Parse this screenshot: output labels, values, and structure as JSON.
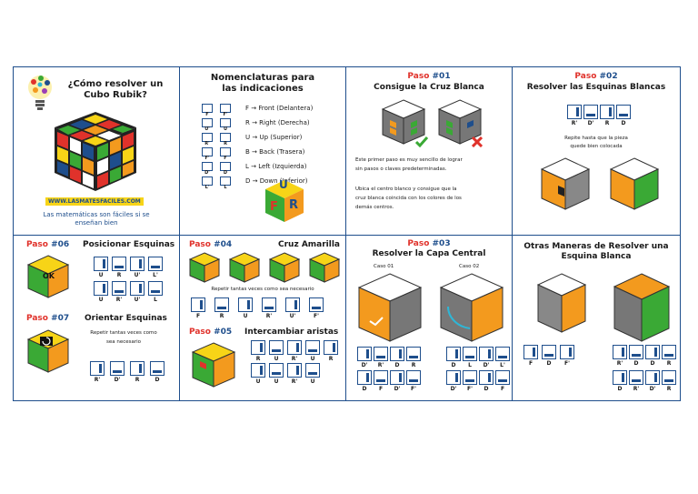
{
  "s1": {
    "title_l1": "¿Cómo resolver un",
    "title_l2": "Cubo Rubik?",
    "url": "WWW.LASMATESFACILES.COM",
    "tag_l1": "Las matemáticas son fáciles si se",
    "tag_l2": "enseñan bien"
  },
  "s2": {
    "title_l1": "Nomenclaturas para",
    "title_l2": "las indicaciones",
    "rows": [
      {
        "moves": [
          "F",
          "F'"
        ],
        "text": "F → Front (Delantera)"
      },
      {
        "moves": [
          "U'",
          "U"
        ],
        "text": "R → Right (Derecha)"
      },
      {
        "moves": [
          "R'",
          "R"
        ],
        "text": "U → Up (Superior)"
      },
      {
        "moves": [
          "F'",
          "F"
        ],
        "text": "B → Back (Trasera)"
      },
      {
        "moves": [
          "D'",
          "D"
        ],
        "text": "L → Left (Izquierda)"
      },
      {
        "moves": [
          "L'",
          "L"
        ],
        "text": "D → Down (Inferior)"
      }
    ],
    "u": "U",
    "f": "F",
    "r": "R"
  },
  "s3": {
    "paso": "Paso",
    "num": "#01",
    "subtitle": "Consigue la Cruz Blanca",
    "p1_l1": "Este primer paso es muy sencillo de lograr",
    "p1_l2": "sin pasos o claves predeterminadas.",
    "p2_l1": "Ubica el centro blanco y consigue que la",
    "p2_l2": "cruz blanca coincida con los colores de los",
    "p2_l3": "demás centros."
  },
  "s4": {
    "paso": "Paso",
    "num": "#02",
    "subtitle": "Resolver las Esquinas Blancas",
    "moves": [
      "R'",
      "D'",
      "R",
      "D"
    ],
    "note_l1": "Repite hasta que la pieza",
    "note_l2": "quede bien colocada"
  },
  "s5": {
    "paso": "Paso",
    "num": "#06",
    "subtitle": "Posicionar Esquinas",
    "ok": "OK",
    "moves_r1": [
      "U",
      "R",
      "U'",
      "L'"
    ],
    "moves_r2": [
      "U",
      "R'",
      "U'",
      "L"
    ]
  },
  "s5b": {
    "paso": "Paso",
    "num": "#07",
    "subtitle": "Orientar Esquinas",
    "note_l1": "Repetir tantas veces como",
    "note_l2": "sea necesario",
    "moves": [
      "R'",
      "D'",
      "R",
      "D"
    ]
  },
  "s6": {
    "paso": "Paso",
    "num": "#04",
    "subtitle": "Cruz Amarilla",
    "note": "Repetir tantas veces como sea necesario",
    "moves": [
      "F",
      "R",
      "U",
      "R'",
      "U'",
      "F'"
    ]
  },
  "s6b": {
    "paso": "Paso",
    "num": "#05",
    "subtitle": "Intercambiar aristas",
    "moves_r1": [
      "R",
      "U",
      "R'",
      "U",
      "R"
    ],
    "moves_r2": [
      "U",
      "U",
      "R'",
      "U"
    ]
  },
  "s7": {
    "paso": "Paso",
    "num": "#03",
    "subtitle": "Resolver la Capa Central",
    "caso1": "Caso 01",
    "caso2": "Caso 02",
    "moves_c1_r1": [
      "D'",
      "R'",
      "D",
      "R"
    ],
    "moves_c1_r2": [
      "D",
      "F",
      "D'",
      "F'"
    ],
    "moves_c2_r1": [
      "D",
      "L",
      "D'",
      "L'"
    ],
    "moves_c2_r2": [
      "D'",
      "F'",
      "D",
      "F"
    ]
  },
  "s8": {
    "title_l1": "Otras Maneras de Resolver una",
    "title_l2": "Esquina Blanca",
    "moves_a": [
      "F",
      "D",
      "F'"
    ],
    "moves_b_r1": [
      "R'",
      "D",
      "D",
      "R"
    ],
    "moves_b_r2": [
      "D",
      "R'",
      "D'",
      "R"
    ]
  },
  "colors": {
    "red": "#e0322b",
    "blue": "#1e4e8c",
    "orange": "#f39a1e",
    "yellow": "#f7d417",
    "green": "#3aa935",
    "white": "#ffffff",
    "grey": "#8a8a8a"
  },
  "icons": [
    "lightbulb-icon",
    "rubik-cube-icon",
    "move-arrow-icon",
    "check-icon",
    "cross-icon"
  ]
}
